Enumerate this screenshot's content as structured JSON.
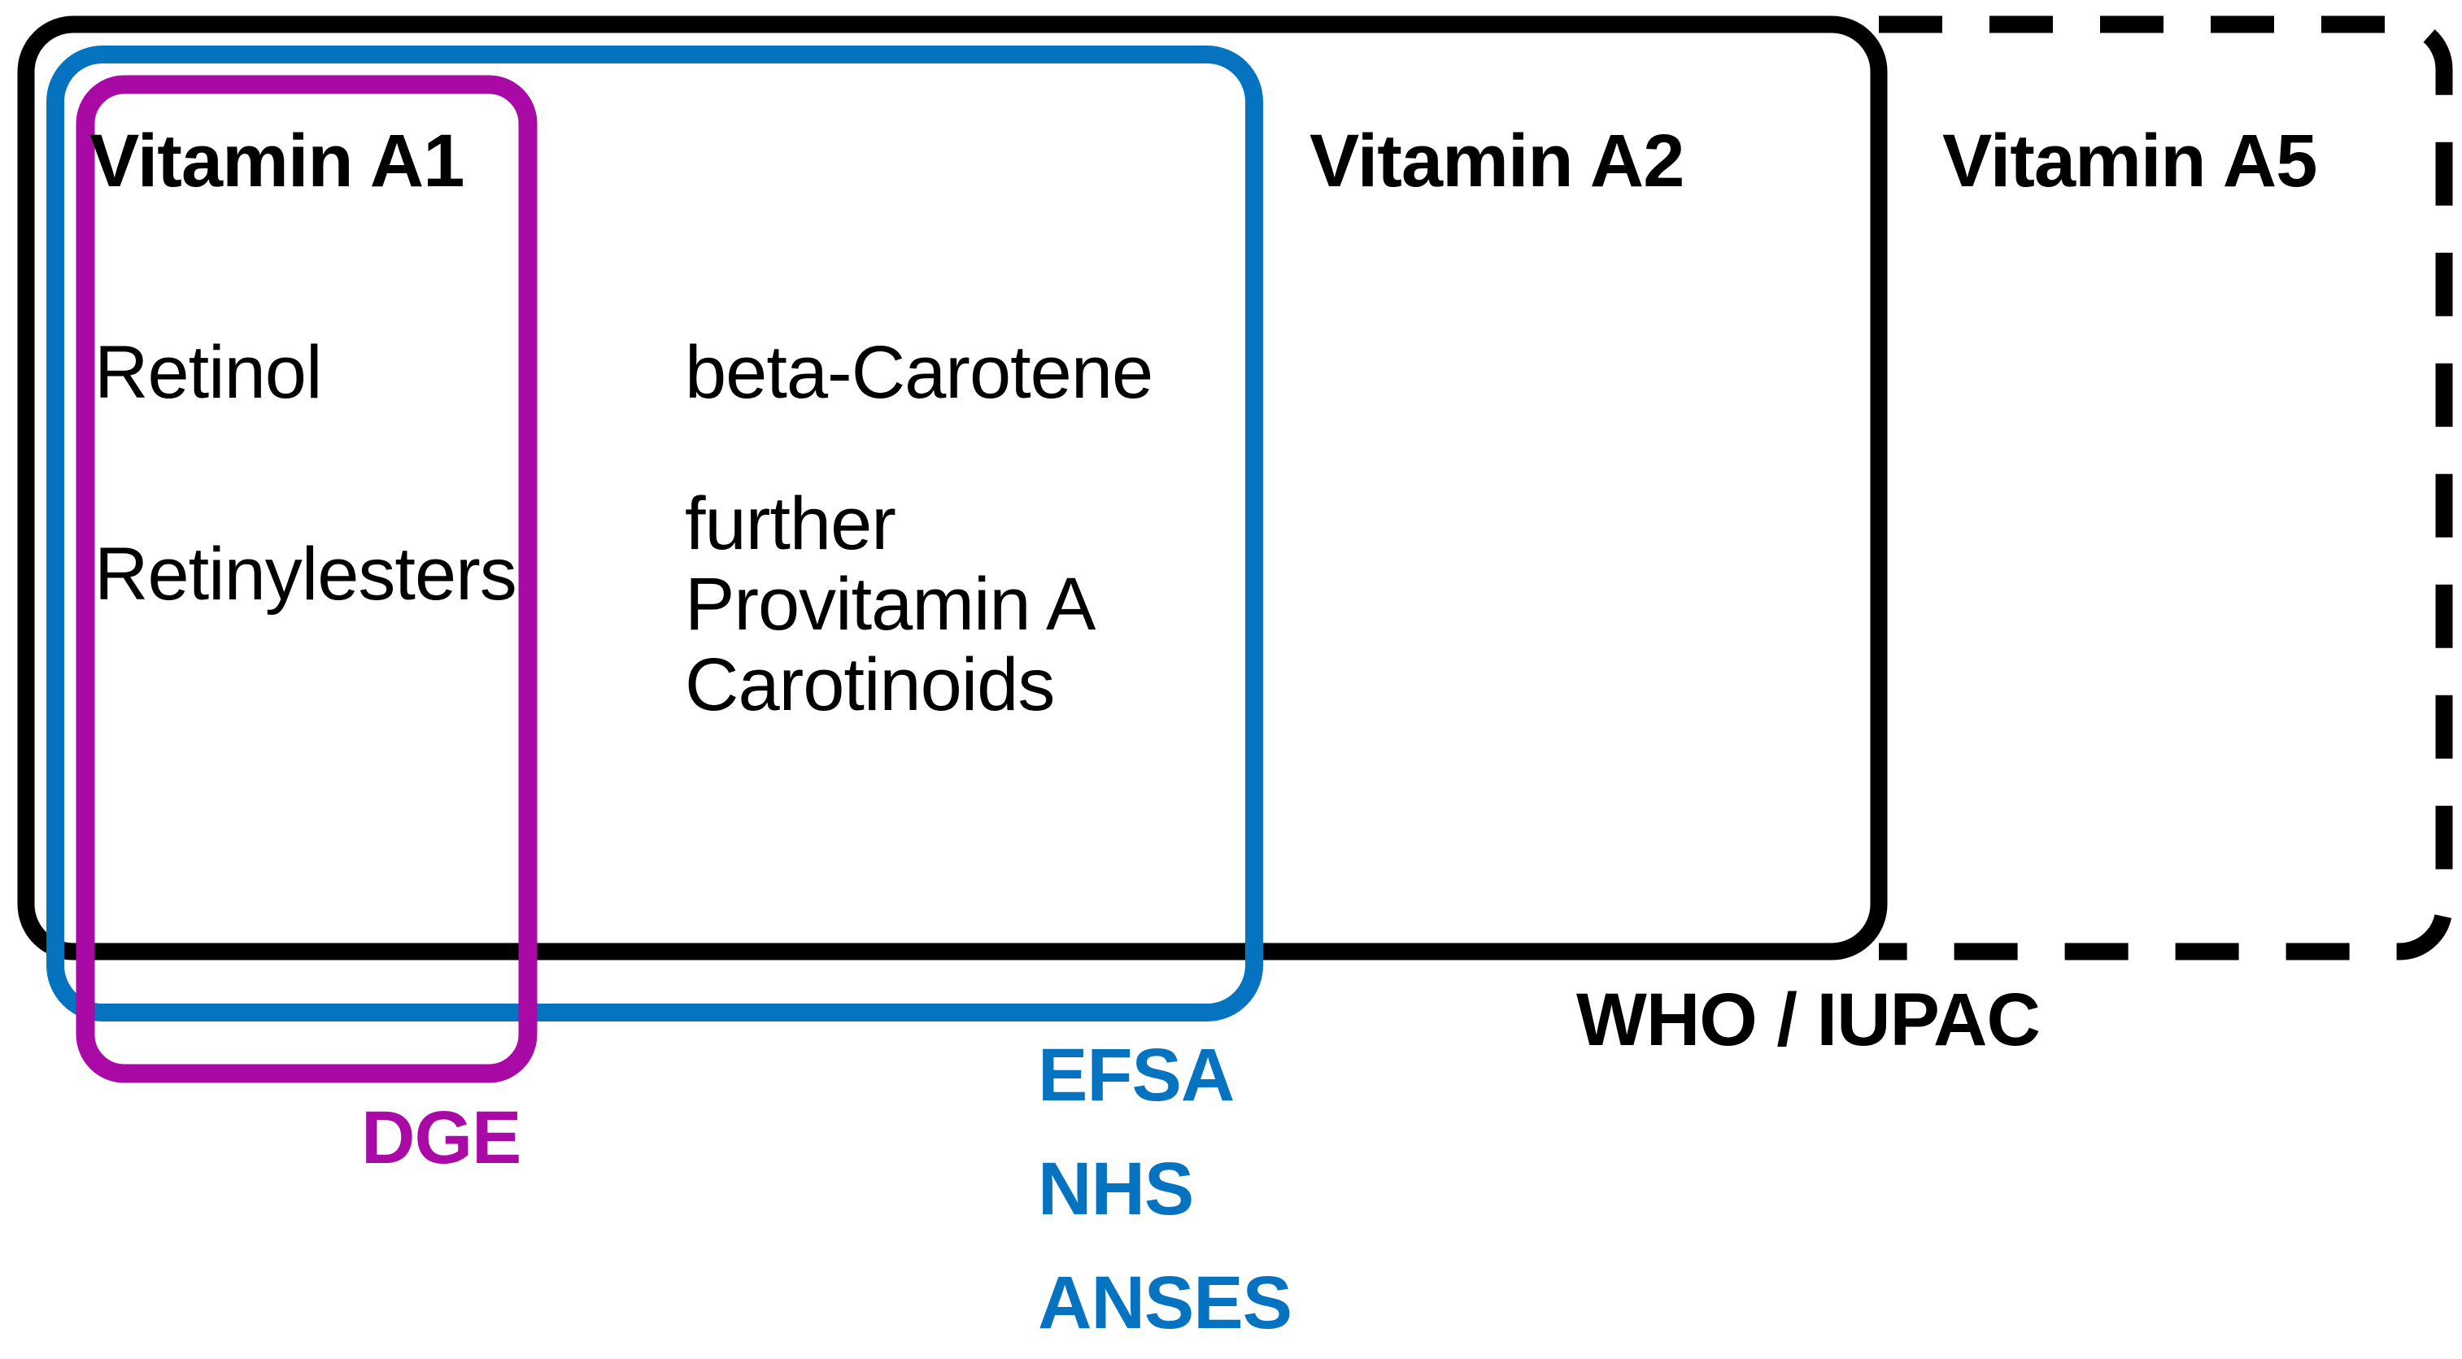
{
  "diagram": {
    "title": "Vitamin A nomenclature scopes",
    "type": "nested-set-diagram",
    "colors": {
      "black": "#000000",
      "blue": "#0673C1",
      "magenta": "#A90AA5",
      "background": "#FFFFFF"
    },
    "groups": [
      {
        "id": "vitamin-a1",
        "heading": "Vitamin A1",
        "items": [
          "Retinol",
          "Retinylesters"
        ],
        "boundary": {
          "color": "#A90AA5",
          "style": "solid",
          "shape": "rounded-rectangle"
        },
        "org_label": "DGE"
      },
      {
        "id": "vitamin-a2",
        "heading": "Vitamin A2",
        "items": [],
        "boundary": {
          "color": "#000000",
          "style": "solid",
          "shape": "rounded-rectangle"
        },
        "org_label": "WHO / IUPAC"
      },
      {
        "id": "vitamin-a5",
        "heading": "Vitamin A5",
        "items": [],
        "boundary": {
          "color": "#000000",
          "style": "dashed",
          "shape": "rounded-rectangle"
        },
        "org_label": ""
      }
    ],
    "middle_column": {
      "items": [
        "beta-Carotene",
        "further",
        "Provitamin A",
        "Carotinoids"
      ],
      "boundary": {
        "color": "#0673C1",
        "style": "solid",
        "shape": "rounded-rectangle"
      }
    },
    "headings": {
      "a1": "Vitamin A1",
      "a2": "Vitamin A2",
      "a5": "Vitamin A5"
    },
    "compounds": {
      "retinol": "Retinol",
      "retinylesters": "Retinylesters",
      "beta_carotene": "beta-Carotene",
      "further": "further",
      "provitamin_a": "Provitamin A",
      "carotinoids": "Carotinoids"
    },
    "org_labels": {
      "dge": "DGE",
      "efsa": "EFSA",
      "nhs": "NHS",
      "anses": "ANSES",
      "who_iupac": "WHO / IUPAC"
    }
  }
}
